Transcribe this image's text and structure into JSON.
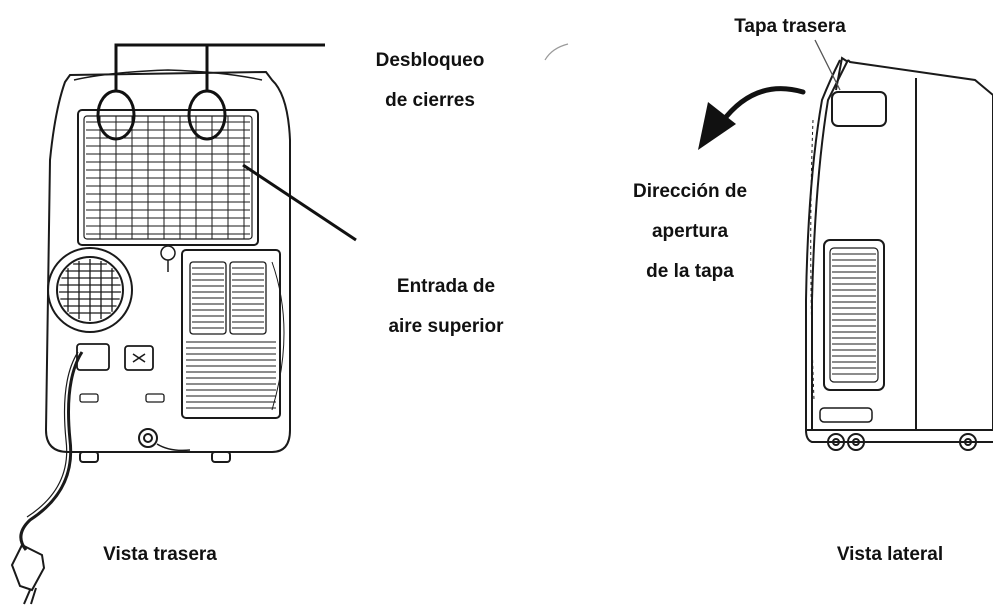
{
  "labels": {
    "desbloqueo": [
      "Desbloqueo",
      "de cierres"
    ],
    "entrada": [
      "Entrada de",
      "aire superior"
    ],
    "tapa_trasera": "Tapa trasera",
    "direccion": [
      "Dirección de",
      "apertura",
      "de la tapa"
    ],
    "vista_trasera": "Vista trasera",
    "vista_lateral": "Vista lateral"
  },
  "colors": {
    "ink": "#111111",
    "line": "#1a1a1a",
    "faint": "#9a9a9a"
  }
}
